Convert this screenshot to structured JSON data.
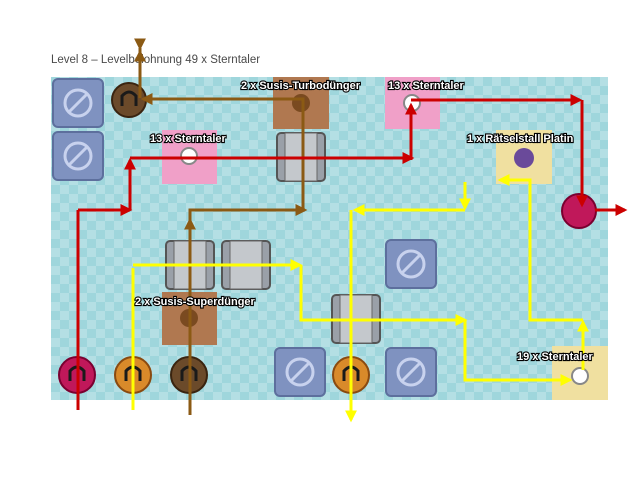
{
  "title": "Level 8 – Levelbelohnung 49 x Sterntaler",
  "rewards": {
    "turbo": "2 x Susis-Turbodünger",
    "star_top": "13 x Sterntaler",
    "star_left": "13 x Sterntaler",
    "platin": "1 x Rätselstall Platin",
    "super": "2 x Susis-Superdünger",
    "star_bottom": "19 x Sterntaler"
  },
  "colors": {
    "path_red": "#cc0000",
    "path_brown": "#8b5a14",
    "path_yellow": "#ffff00",
    "board": "#9fd6dc",
    "stone_block": "#7f92c0",
    "pink_tile": "#f0a0c8",
    "brown_tile": "#b07850",
    "gold_tile": "#f0e0a0"
  },
  "icons": [
    "no-entry-icon",
    "horseshoe-icon",
    "reward-icon",
    "gate-icon"
  ]
}
